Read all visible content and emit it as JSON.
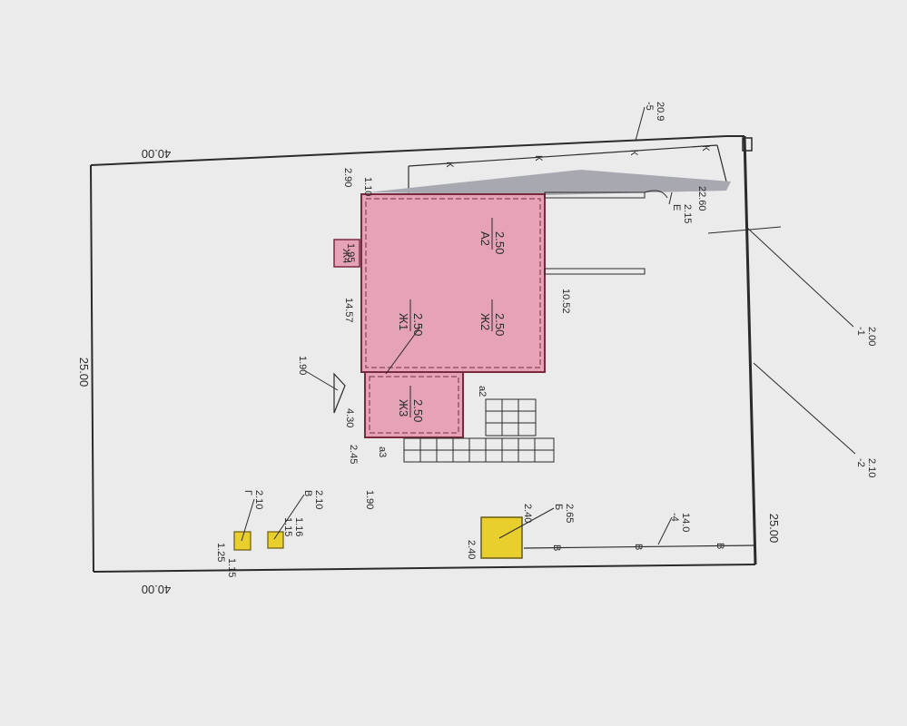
{
  "colors": {
    "paper": "#ecebec",
    "building": "#e6a3b8",
    "building_border": "#7a2a3e",
    "yellow": "#e9cf2e",
    "line": "#2b2b2b",
    "roof": "#a8a8b0"
  },
  "plot": {
    "side_top": "40.00",
    "side_bottom": "40.00",
    "side_left": "25.00",
    "side_right": "25.00"
  },
  "building": {
    "main_room_1": [
      "Ж1",
      "2.50"
    ],
    "main_room_2": [
      "Ж2",
      "2.50"
    ],
    "main_room_3": [
      "А2",
      "2.50"
    ],
    "annex": [
      "Ж3",
      "2.50"
    ],
    "dims": {
      "top": "2.90",
      "top_small": "1.10",
      "side_a": "14.57",
      "side_b": "10.52",
      "porch_a": "4.30",
      "porch_b": "2.45",
      "porch_c": "1.90",
      "porch_d": "1.95",
      "stair_lbl": "а2",
      "stair_lbl2": "а3",
      "small_lbl": "Ж4"
    }
  },
  "fence_labels": {
    "north": [
      "-5",
      "20.9"
    ],
    "east_1": [
      "-1",
      "2.00"
    ],
    "east_2": [
      "-2",
      "2.10"
    ],
    "south": [
      "-4",
      "14.0"
    ]
  },
  "small_buildings": {
    "shed": [
      "Б",
      "2.65",
      "2.40",
      "2.40"
    ],
    "g": [
      "Г",
      "2.10",
      "1.25",
      "1.15"
    ],
    "v": [
      "В",
      "2.10",
      "1.15",
      "1.16"
    ],
    "e": [
      "Е",
      "2.15",
      "22.60"
    ]
  },
  "fence_marks": {
    "k": "К",
    "s": "В"
  }
}
